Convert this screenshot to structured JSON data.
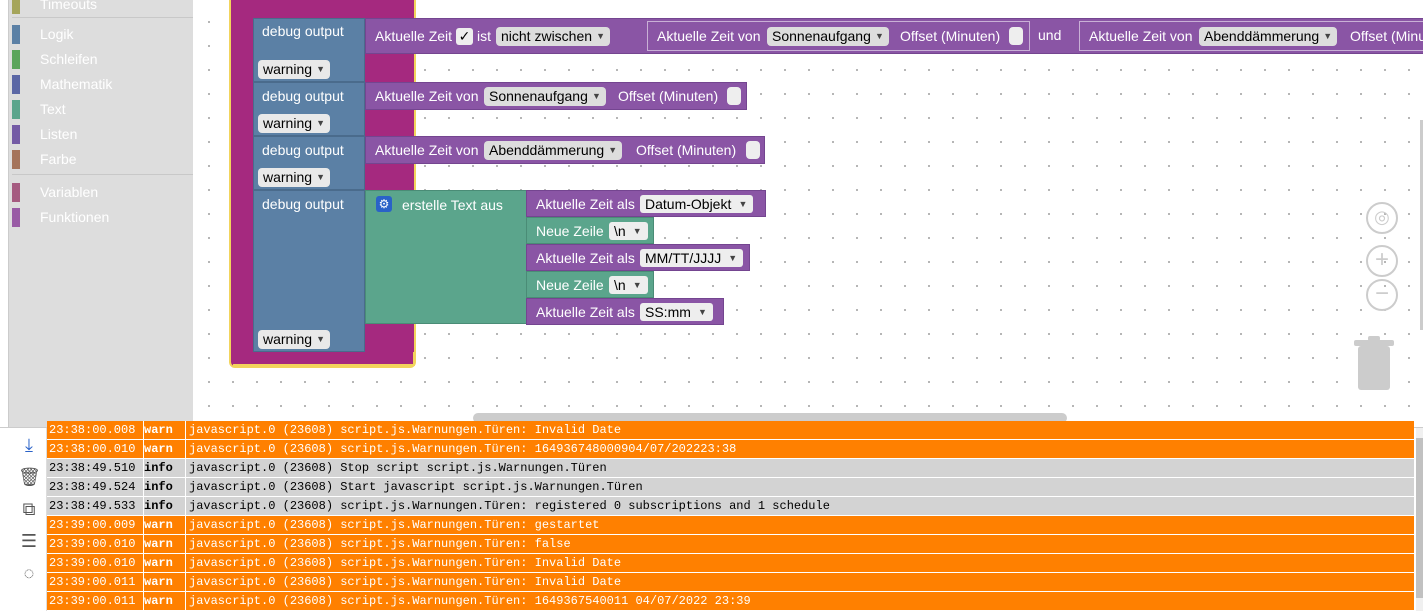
{
  "toolbox": {
    "items": [
      {
        "label": "Timeouts",
        "color": "#a5a55b"
      },
      {
        "label": "Logik",
        "color": "#5b80a5"
      },
      {
        "label": "Schleifen",
        "color": "#5ba55b"
      },
      {
        "label": "Mathematik",
        "color": "#5b67a5"
      },
      {
        "label": "Text",
        "color": "#5ba58c"
      },
      {
        "label": "Listen",
        "color": "#745ba5"
      },
      {
        "label": "Farbe",
        "color": "#a5745b"
      },
      {
        "label": "Variablen",
        "color": "#a55b80"
      },
      {
        "label": "Funktionen",
        "color": "#995ba5"
      }
    ]
  },
  "blocks": {
    "debug_label": "debug output",
    "level": "warning",
    "row1": {
      "time_label": "Aktuelle Zeit",
      "check": "✓",
      "ist": "ist",
      "mode": "nicht zwischen",
      "left_time": "Aktuelle Zeit von",
      "left_event": "Sonnenaufgang",
      "offset": "Offset (Minuten)",
      "und": "und",
      "right_time": "Aktuelle Zeit von",
      "right_event": "Abenddämmerung",
      "right_offset": "Offset (Minu"
    },
    "row2": {
      "time": "Aktuelle Zeit von",
      "event": "Sonnenaufgang",
      "offset": "Offset (Minuten)"
    },
    "row3": {
      "time": "Aktuelle Zeit von",
      "event": "Abenddämmerung",
      "offset": "Offset (Minuten)"
    },
    "row4": {
      "create": "erstelle Text aus",
      "items": [
        {
          "label": "Aktuelle Zeit als",
          "value": "Datum-Objekt",
          "kind": "purple"
        },
        {
          "label": "Neue Zeile",
          "value": "\\n",
          "kind": "green"
        },
        {
          "label": "Aktuelle Zeit als",
          "value": "MM/TT/JJJJ",
          "kind": "purple"
        },
        {
          "label": "Neue Zeile",
          "value": "\\n",
          "kind": "green"
        },
        {
          "label": "Aktuelle Zeit als",
          "value": "SS:mm",
          "kind": "purple"
        }
      ]
    }
  },
  "log": [
    {
      "time": "23:38:00.008",
      "level": "warn",
      "msg": "javascript.0 (23608) script.js.Warnungen.Türen: Invalid Date"
    },
    {
      "time": "23:38:00.010",
      "level": "warn",
      "msg": "javascript.0 (23608) script.js.Warnungen.Türen: 164936748000904/07/202223:38"
    },
    {
      "time": "23:38:49.510",
      "level": "info",
      "msg": "javascript.0 (23608) Stop script script.js.Warnungen.Türen"
    },
    {
      "time": "23:38:49.524",
      "level": "info",
      "msg": "javascript.0 (23608) Start javascript script.js.Warnungen.Türen"
    },
    {
      "time": "23:38:49.533",
      "level": "info",
      "msg": "javascript.0 (23608) script.js.Warnungen.Türen: registered 0 subscriptions and 1 schedule"
    },
    {
      "time": "23:39:00.009",
      "level": "warn",
      "msg": "javascript.0 (23608) script.js.Warnungen.Türen: gestartet"
    },
    {
      "time": "23:39:00.010",
      "level": "warn",
      "msg": "javascript.0 (23608) script.js.Warnungen.Türen: false"
    },
    {
      "time": "23:39:00.010",
      "level": "warn",
      "msg": "javascript.0 (23608) script.js.Warnungen.Türen: Invalid Date"
    },
    {
      "time": "23:39:00.011",
      "level": "warn",
      "msg": "javascript.0 (23608) script.js.Warnungen.Türen: Invalid Date"
    },
    {
      "time": "23:39:00.011",
      "level": "warn",
      "msg": "javascript.0 (23608) script.js.Warnungen.Türen: 1649367540011 04/07/2022 23:39"
    }
  ],
  "colors": {
    "warn": "#ff8000",
    "info": "#d3d3d3",
    "frame": "#a5297f",
    "highlight": "#f2d45c"
  }
}
